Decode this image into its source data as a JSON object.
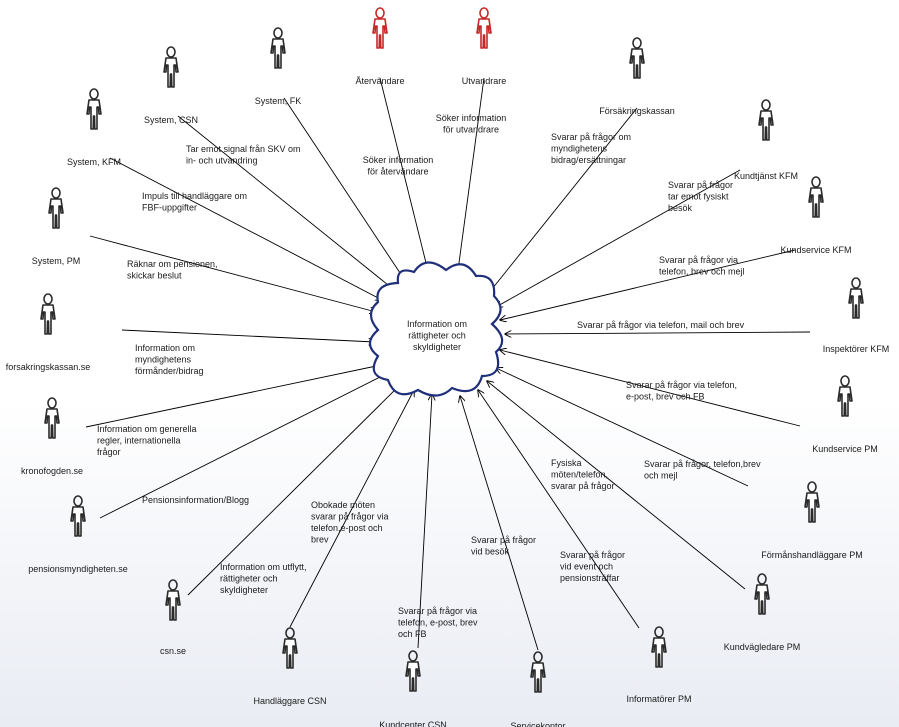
{
  "colors": {
    "actor": "#2b2b2b",
    "actor_highlight": "#c62828",
    "cloud_stroke": "#1f2f7a",
    "arrow": "#000000"
  },
  "center": {
    "lines": [
      "Information om",
      "rättigheter och",
      "skyldigheter"
    ]
  },
  "actors": [
    {
      "id": "aterv",
      "label": "Återvändare",
      "highlight": true
    },
    {
      "id": "utv",
      "label": "Utvandrare",
      "highlight": true
    },
    {
      "id": "sysfk",
      "label": "System, FK",
      "highlight": false
    },
    {
      "id": "syscsn",
      "label": "System, CSN",
      "highlight": false
    },
    {
      "id": "syskfm",
      "label": "System, KFM",
      "highlight": false
    },
    {
      "id": "syspm",
      "label": "System, PM",
      "highlight": false
    },
    {
      "id": "fkse",
      "label": "forsakringskassan.se",
      "highlight": false
    },
    {
      "id": "kfse",
      "label": "kronofogden.se",
      "highlight": false
    },
    {
      "id": "pmse",
      "label": "pensionsmyndigheten.se",
      "highlight": false
    },
    {
      "id": "csnse",
      "label": "csn.se",
      "highlight": false
    },
    {
      "id": "hlcsn",
      "label": "Handläggare CSN",
      "highlight": false
    },
    {
      "id": "kccsn",
      "label": "Kundcenter CSN",
      "highlight": false
    },
    {
      "id": "sk",
      "label": "Servicekontor",
      "highlight": false
    },
    {
      "id": "infpm",
      "label": "Informatörer PM",
      "highlight": false
    },
    {
      "id": "kvpm",
      "label": "Kundvägledare PM",
      "highlight": false
    },
    {
      "id": "fhpm",
      "label": "Förmånshandläggare PM",
      "highlight": false
    },
    {
      "id": "kspm",
      "label": "Kundservice PM",
      "highlight": false
    },
    {
      "id": "inskfm",
      "label": "Inspektörer KFM",
      "highlight": false
    },
    {
      "id": "kskfm",
      "label": "Kundservice KFM",
      "highlight": false
    },
    {
      "id": "ktkfm",
      "label": "Kundtjänst KFM",
      "highlight": false
    },
    {
      "id": "fk",
      "label": "Försäkringskassan",
      "highlight": false
    }
  ],
  "edges": [
    {
      "from": "aterv",
      "lines": [
        "Söker information",
        "för återvändare"
      ]
    },
    {
      "from": "utv",
      "lines": [
        "Söker information",
        "för utvandrare"
      ]
    },
    {
      "from": "sysfk",
      "lines": []
    },
    {
      "from": "syscsn",
      "lines": [
        "Tar emot signal från SKV om",
        "in- och utvandring"
      ]
    },
    {
      "from": "syskfm",
      "lines": [
        "Impuls till handläggare om",
        "FBF-uppgifter"
      ]
    },
    {
      "from": "syspm",
      "lines": [
        "Räknar om pensionen,",
        "skickar beslut"
      ]
    },
    {
      "from": "fkse",
      "lines": [
        "Information om",
        "myndighetens",
        "förmånder/bidrag"
      ]
    },
    {
      "from": "kfse",
      "lines": [
        "Information om generella",
        "regler, internationella",
        "frågor"
      ]
    },
    {
      "from": "pmse",
      "lines": [
        "Pensionsinformation/Blogg"
      ]
    },
    {
      "from": "csnse",
      "lines": [
        "Information om utflytt,",
        "rättigheter och",
        "skyldigheter"
      ]
    },
    {
      "from": "hlcsn",
      "lines": [
        "Obokade möten",
        "svarar på frågor via",
        "telefon,e-post och",
        "brev"
      ]
    },
    {
      "from": "kccsn",
      "lines": [
        "Svarar på frågor via",
        "telefon, e-post, brev",
        "och FB"
      ]
    },
    {
      "from": "sk",
      "lines": [
        "Svarar på frågor",
        "vid besök"
      ]
    },
    {
      "from": "infpm",
      "lines": [
        "Svarar på frågor",
        "vid event och",
        "pensionsträffar"
      ]
    },
    {
      "from": "kvpm",
      "lines": [
        "Fysiska",
        "möten/telefon,",
        "svarar på frågor"
      ]
    },
    {
      "from": "fhpm",
      "lines": [
        "Svarar på frågor, telefon,brev",
        "och mejl"
      ]
    },
    {
      "from": "kspm",
      "lines": [
        "Svarar på frågor via telefon,",
        "e-post, brev och FB"
      ]
    },
    {
      "from": "inskfm",
      "lines": [
        "Svarar på frågor via telefon, mail och brev"
      ]
    },
    {
      "from": "kskfm",
      "lines": [
        "Svarar på frågor via",
        "telefon, brev och mejl"
      ]
    },
    {
      "from": "ktkfm",
      "lines": [
        "Svarar på frågor",
        "tar emot fysiskt",
        "besök"
      ]
    },
    {
      "from": "fk",
      "lines": [
        "Svarar på frågor om",
        "myndighetens",
        "bidrag/ersättningar"
      ]
    }
  ]
}
